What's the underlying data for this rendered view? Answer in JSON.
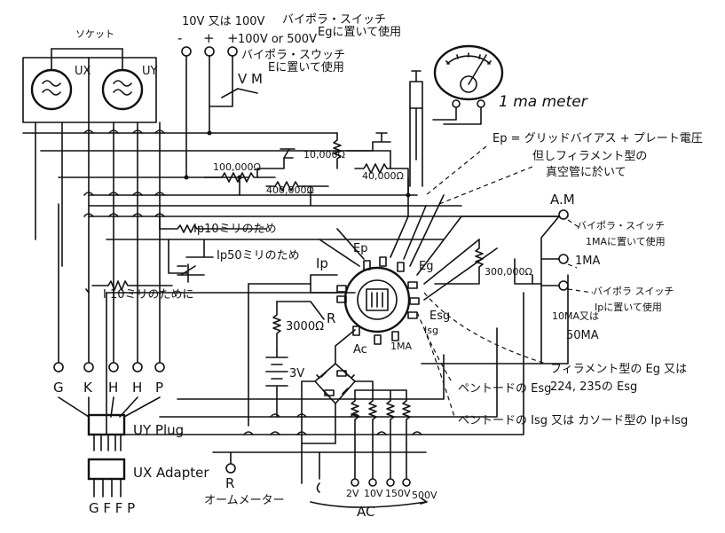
{
  "labels": {
    "socket": "ソケット",
    "tube_ux": "UX",
    "tube_uy": "UY",
    "v10": "10V 又は 100V",
    "minus": "-",
    "plus1": "+",
    "plus2": "+",
    "v500": "100V  or  500V",
    "bipolar_switch_top": "バイポラ・スイッチ",
    "eg_use": "Egに置いて使用",
    "bipolar_switch_2": "バイポラ・スウッチ",
    "e_use": "Eに置いて使用",
    "vm": "V M",
    "meter": "1 ma meter",
    "ep_eq": "Ep = グリッドバイアス + プレート電圧",
    "filament_note_1": "但しフィラメント型の",
    "filament_note_2": "真空管に於いて",
    "r10000": "10,000Ω",
    "r100000": "100,000Ω",
    "r400000": "400,000Ω",
    "r40000": "40,000Ω",
    "am": "A.M",
    "bipolar_am_1": "バイポラ・スイッチ",
    "bipolar_am_2": "1MAに置いて使用",
    "ma1": "1MA",
    "bipolar_ip_1": "バイポラ スイッチ",
    "bipolar_ip_2": "Ipに置いて使用",
    "ma10": "10MA又は",
    "ma50": "50MA",
    "ip10": "Ip10ミリのため",
    "ip50": "Ip50ミリのため",
    "ip": "Ip",
    "ep": "Ep",
    "eg": "Eg",
    "esg": "Esg",
    "isg": "Isg",
    "r300000": "300,000Ω",
    "i10": "I 10ミリのために",
    "r3000": "3000Ω",
    "r_label": "R",
    "ac": "Ac",
    "ima": "1MA",
    "v3": "3V",
    "fil_note_1": "フィラメント型の Eg 又は",
    "fil_note_2": "224, 235の Esg",
    "pentode_esg": "ペントードの Esg",
    "pentode_isg": "ペントードの Isg 又は カソード型の Ip+Isg",
    "pin_g": "G",
    "pin_k": "K",
    "pin_h1": "H",
    "pin_h2": "H",
    "pin_p": "P",
    "uy_plug": "UY Plug",
    "ux_adapter": "UX Adapter",
    "gffp": "G F F P",
    "ohm_r": "R",
    "ohm_meter": "オームメーター",
    "v2": "2V",
    "v10b": "10V",
    "v150": "150V",
    "v500b": "500V",
    "ac_bottom": "AC"
  }
}
